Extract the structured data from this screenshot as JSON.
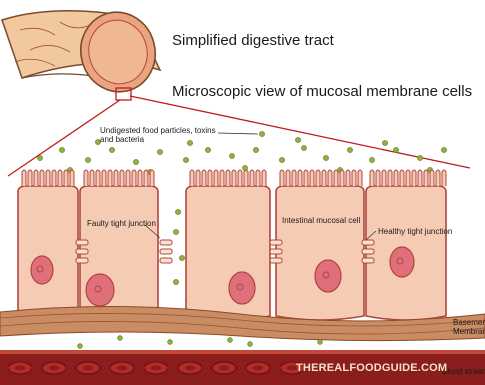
{
  "labels": {
    "tract_title": "Simplified digestive tract",
    "micro_title": "Microscopic view of mucosal membrane cells",
    "particles_line1": "Undigested food particles, toxins",
    "particles_line2": "and bacteria",
    "faulty_junction": "Faulty tight junction",
    "mucosal_cell": "Intestinal mucosal cell",
    "healthy_junction": "Healthy tight junction",
    "basement_line1": "Basement",
    "basement_line2": "Membrane",
    "blood_stream": "Blood stream"
  },
  "watermark": "THEREALFOODGUIDE.COM",
  "colors": {
    "cell_fill": "#f6cbb4",
    "cell_outline": "#b0473e",
    "nucleus": "#df6f7a",
    "particle": "#8fb13e",
    "basement": "#c07a54",
    "blood": "#8c1d1d",
    "tract": "#f2c89e"
  }
}
